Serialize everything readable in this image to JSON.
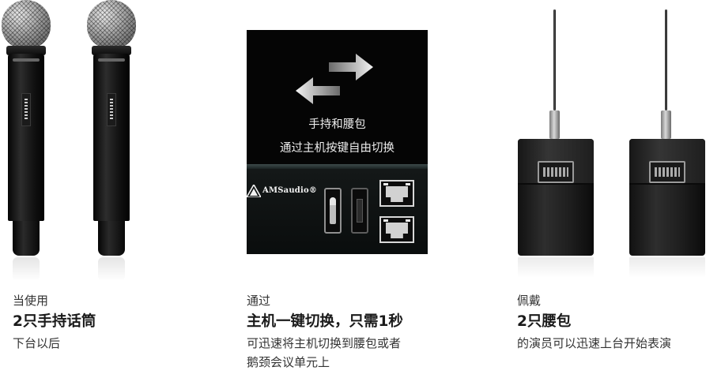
{
  "panel": {
    "line1": "手持和腰包",
    "line2": "通过主机按键自由切换",
    "brand": "AMSaudio®"
  },
  "captions": [
    {
      "top": "当使用",
      "highlight": "2只手持话筒",
      "lines": [
        "下台以后"
      ]
    },
    {
      "top": "通过",
      "highlight": "主机一键切换，只需1秒",
      "lines": [
        "可迅速将主机切换到腰包或者",
        "鹅颈会议单元上"
      ]
    },
    {
      "top": "佩戴",
      "highlight": "2只腰包",
      "lines": [
        "的演员可以迅速上台开始表演"
      ]
    }
  ],
  "icons": {
    "arrows": "swap-arrows-icon",
    "handheld_button": "handheld-mic-icon",
    "bodypack_button": "bodypack-icon",
    "network_port": "ethernet-port-icon",
    "logo": "ams-audio-logo"
  },
  "colors": {
    "background": "#ffffff",
    "panel": "#050505",
    "caption_text": "#333333",
    "highlight_text": "#1a1a1a"
  }
}
